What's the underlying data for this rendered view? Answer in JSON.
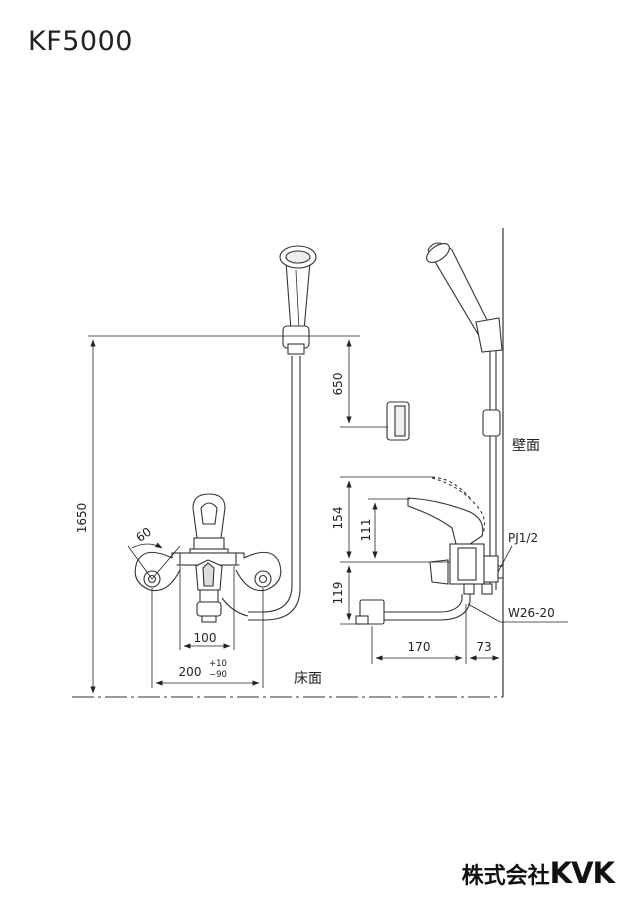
{
  "title": "KF5000",
  "brand": {
    "company": "株式会社",
    "mark": "KVK"
  },
  "labels": {
    "wall": "壁面",
    "floor": "床面",
    "supply_thread": "PJ1/2",
    "outlet_thread": "W26-20"
  },
  "dimensions": {
    "total_height": "1650",
    "hanger_drop": "650",
    "lever_height": "154",
    "handle_height": "111",
    "spout_height": "119",
    "eccentric_angle": "60",
    "body_width": "100",
    "center_distance": "200",
    "center_tol_plus": "+10",
    "center_tol_minus": "−90",
    "spout_reach": "170",
    "wall_offset": "73"
  }
}
